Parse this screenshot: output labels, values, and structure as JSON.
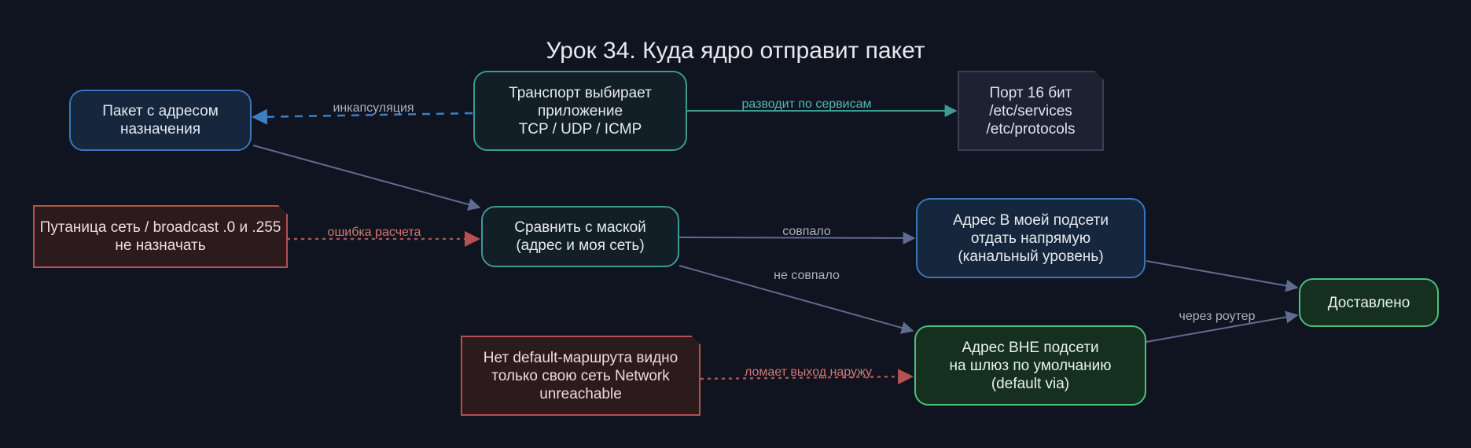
{
  "title": "Урок 34. Куда ядро отправит пакет",
  "nodes": {
    "packet": [
      "Пакет с адресом",
      "назначения"
    ],
    "transport": [
      "Транспорт выбирает",
      "приложение",
      "TCP / UDP / ICMP"
    ],
    "port": [
      "Порт 16 бит",
      "/etc/services",
      "/etc/protocols"
    ],
    "compare": [
      "Сравнить с маской",
      "(адрес и моя сеть)"
    ],
    "confusion": [
      "Путаница сеть / broadcast",
      ".0 и .255 не назначать"
    ],
    "in_subnet": [
      "Адрес В моей подсети",
      "отдать напрямую",
      "(канальный уровень)"
    ],
    "delivered": [
      "Доставлено"
    ],
    "out_subnet": [
      "Адрес ВНЕ подсети",
      "на шлюз по умолчанию",
      "(default via)"
    ],
    "no_default": [
      "Нет default-маршрута",
      "видно только свою сеть",
      "Network unreachable"
    ]
  },
  "edges": {
    "encapsulation": "инкапсуляция",
    "services": "разводит по сервисам",
    "calc_error": "ошибка расчета",
    "matched": "совпало",
    "not_matched": "не совпало",
    "via_router": "через роутер",
    "breaks_exit": "ломает выход наружу"
  },
  "colors": {
    "background": "#0f1420",
    "edge_default": "#5f6b8f",
    "edge_teal": "#3a9a95",
    "edge_blue_dashed": "#3b7fc4",
    "edge_red_dotted": "#b3524e",
    "label_gray": "#a9b0c2",
    "label_teal": "#59b7b0",
    "label_red": "#d07a72"
  }
}
